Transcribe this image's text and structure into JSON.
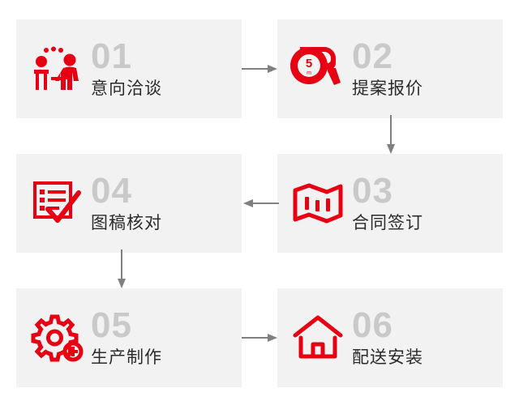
{
  "diagram": {
    "type": "process-flow",
    "accent_color": "#e60012",
    "number_color": "#c9c9c9",
    "card_background": "#cccccc",
    "page_background": "#ffffff",
    "steps": [
      {
        "number": "01",
        "label": "意向洽谈",
        "icon": "meeting-discussion-icon"
      },
      {
        "number": "02",
        "label": "提案报价",
        "icon": "tape-measure-icon"
      },
      {
        "number": "03",
        "label": "合同签订",
        "icon": "folded-map-icon"
      },
      {
        "number": "04",
        "label": "图稿核对",
        "icon": "checklist-check-icon"
      },
      {
        "number": "05",
        "label": "生产制作",
        "icon": "gear-plus-icon"
      },
      {
        "number": "06",
        "label": "配送安装",
        "icon": "house-icon"
      }
    ],
    "connectors": [
      {
        "from": "01",
        "to": "02",
        "direction": "right"
      },
      {
        "from": "02",
        "to": "03",
        "direction": "down"
      },
      {
        "from": "03",
        "to": "04",
        "direction": "left"
      },
      {
        "from": "04",
        "to": "05",
        "direction": "down"
      },
      {
        "from": "05",
        "to": "06",
        "direction": "right"
      }
    ]
  }
}
